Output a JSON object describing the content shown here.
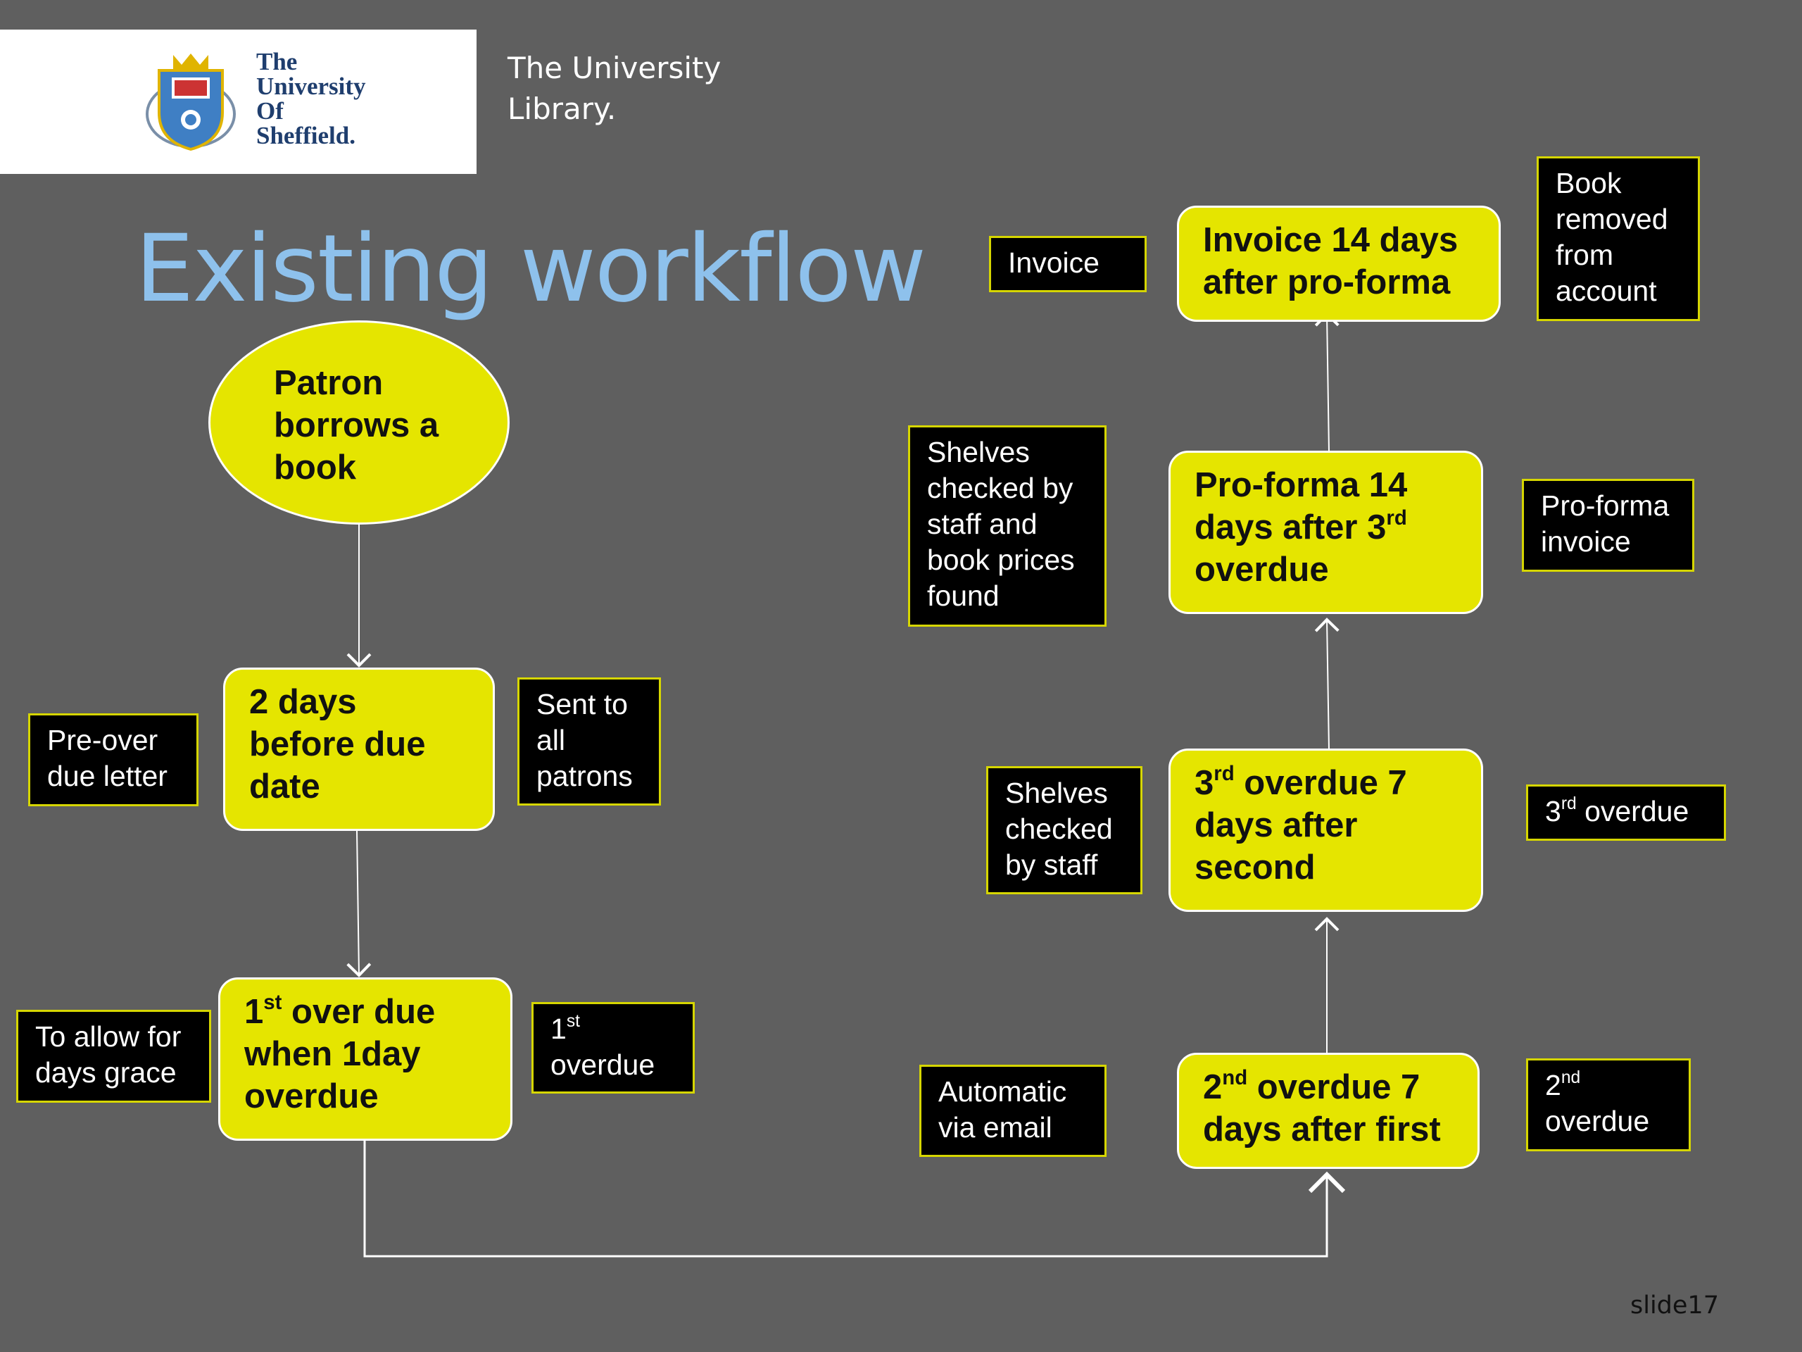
{
  "header": {
    "logo_lines": [
      "The",
      "University",
      "Of",
      "Sheffield."
    ],
    "library_line1": "The University",
    "library_line2": "Library."
  },
  "title": "Existing workflow",
  "nodes": {
    "borrow": [
      "Patron",
      "borrows a",
      "book"
    ],
    "two_days": [
      "2 days",
      "before due",
      "date"
    ],
    "first_overdue": {
      "l1_num": "1",
      "l1_sup": "st",
      "l1_rest": " over due",
      "l2": "when 1day",
      "l3": "overdue"
    },
    "second_overdue": {
      "l1_num": "2",
      "l1_sup": "nd",
      "l1_rest": " overdue 7",
      "l2": "days after first"
    },
    "third_overdue": {
      "l1_num": "3",
      "l1_sup": "rd",
      "l1_rest": " overdue 7",
      "l2": "days after",
      "l3": "second"
    },
    "proforma": {
      "l1": "Pro-forma 14",
      "l2_text": "days after 3",
      "l2_sup": "rd",
      "l3": "overdue"
    },
    "invoice": [
      "Invoice 14 days",
      "after  pro-forma"
    ]
  },
  "notes": {
    "pre_over_due": [
      "Pre-over",
      "due letter"
    ],
    "sent_to_all": [
      "Sent to",
      "all",
      "patrons"
    ],
    "to_allow": [
      "To allow for",
      "days grace"
    ],
    "first_label": {
      "num": "1",
      "sup": "st",
      "rest": "overdue"
    },
    "automatic": [
      "Automatic",
      "via email"
    ],
    "second_label": {
      "num": "2",
      "sup": "nd",
      "rest": "overdue"
    },
    "shelves_checked": [
      "Shelves",
      "checked",
      "by staff"
    ],
    "third_label": {
      "num": "3",
      "sup": "rd",
      "rest": " overdue"
    },
    "shelves_prices": [
      "Shelves",
      "checked by",
      "staff and",
      "book prices",
      "found"
    ],
    "proforma_invoice": [
      "Pro-forma",
      "invoice"
    ],
    "invoice_label": "Invoice",
    "book_removed": [
      "Book",
      "removed",
      "from",
      "account"
    ]
  },
  "slide_number": "slide17",
  "colors": {
    "background": "#5f5f5f",
    "node_fill": "#e5e500",
    "note_fill": "#000000",
    "note_border": "#d6d600",
    "title": "#8ec1ec"
  }
}
